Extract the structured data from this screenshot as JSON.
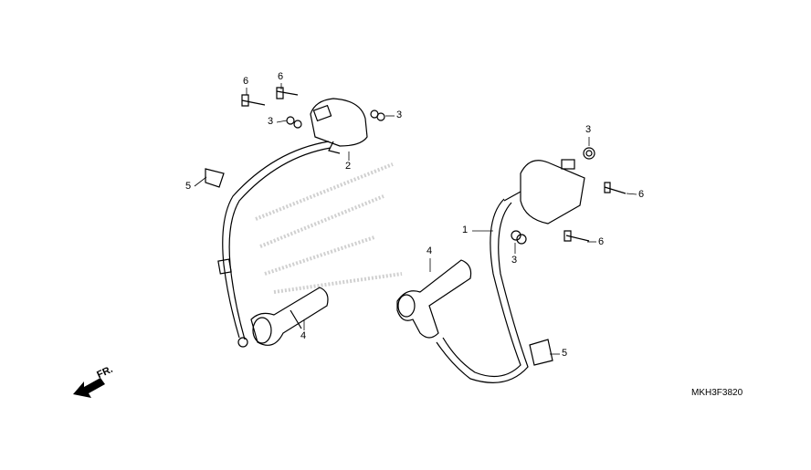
{
  "diagram_code": "MKH3F3820",
  "front_indicator": "FR.",
  "callouts": [
    "6",
    "6",
    "3",
    "3",
    "2",
    "5",
    "4",
    "3",
    "6",
    "1",
    "6",
    "3",
    "4",
    "5"
  ],
  "colors": {
    "line": "#000000",
    "watermark": "#d8d8d8"
  }
}
